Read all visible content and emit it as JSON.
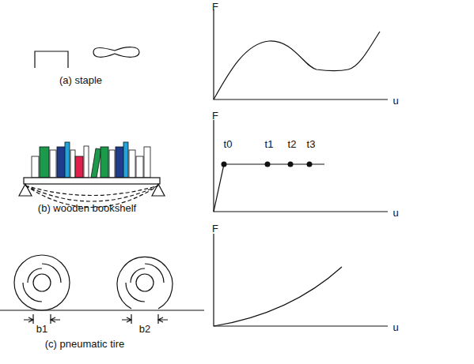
{
  "diagram": {
    "labels": [
      "(a) staple",
      "F",
      "u",
      "(b) wooden bookshelf",
      "F",
      "u",
      "t0",
      "t1",
      "t2",
      "t3",
      "(c) pneumatic tire",
      "b1",
      "b2",
      "F",
      "u"
    ]
  }
}
